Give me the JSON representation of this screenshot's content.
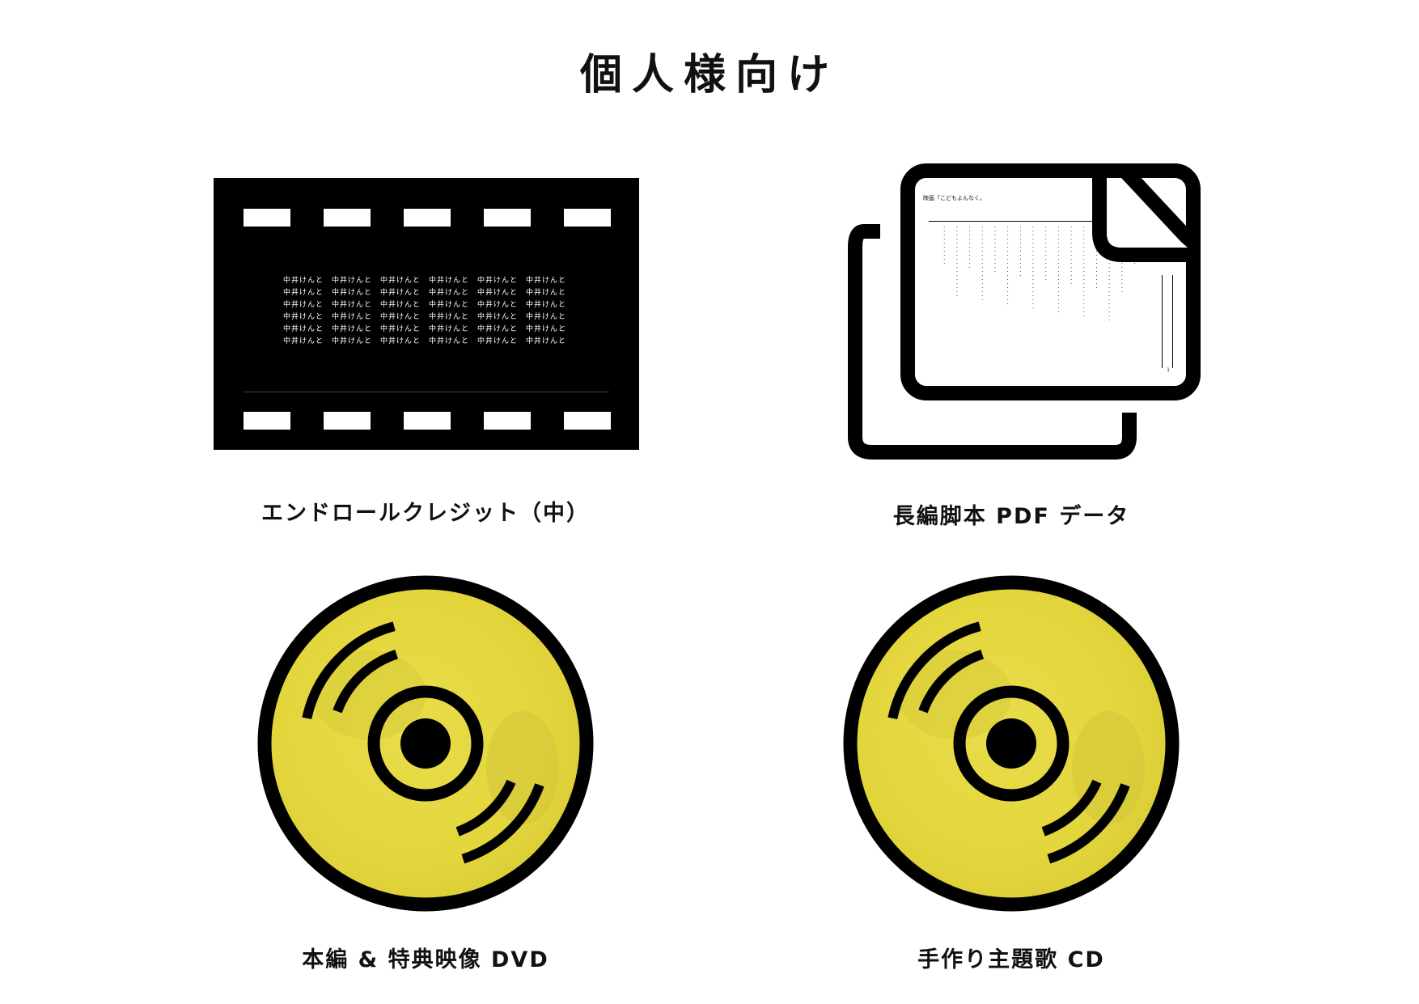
{
  "page_title": "個人様向け",
  "items": [
    {
      "label": "エンドロールクレジット（中）",
      "icon": "film-strip-icon"
    },
    {
      "label": "長編脚本 PDF データ",
      "icon": "document-copy-icon"
    },
    {
      "label": "本編 & 特典映像 DVD",
      "icon": "disc-icon"
    },
    {
      "label": "手作り主題歌 CD",
      "icon": "disc-icon"
    }
  ],
  "credit_name": "中井けんと",
  "script_doc": {
    "header": "映画「こどもよんなく。",
    "page_number": "1"
  },
  "colors": {
    "disc_yellow": "#e3d63c",
    "ink": "#000000"
  }
}
